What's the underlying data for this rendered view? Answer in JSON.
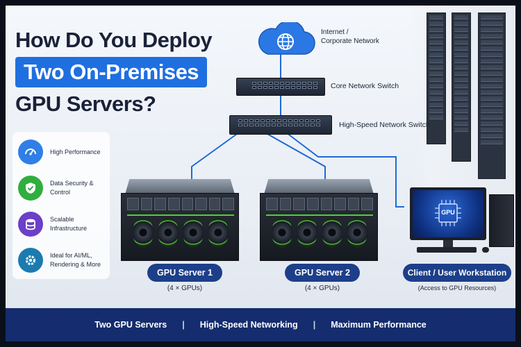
{
  "title": {
    "line1": "How Do You Deploy",
    "line2": "Two On-Premises",
    "line3": "GPU Servers?"
  },
  "features": [
    {
      "icon": "speedometer-icon",
      "label": "High Performance",
      "color": "#2f7fe6"
    },
    {
      "icon": "shield-check-icon",
      "label": "Data Security & Control",
      "color": "#2fae3e"
    },
    {
      "icon": "database-icon",
      "label": "Scalable Infrastructure",
      "color": "#6b3fc8"
    },
    {
      "icon": "gear-icon",
      "label": "Ideal for AI/ML, Rendering & More",
      "color": "#1b7bb0"
    }
  ],
  "network": {
    "internet_label_1": "Internet /",
    "internet_label_2": "Corporate Network",
    "core_switch_label": "Core Network Switch",
    "hs_switch_label": "High-Speed Network Switch"
  },
  "servers": [
    {
      "name": "GPU Server 1",
      "detail": "(4 × GPUs)"
    },
    {
      "name": "GPU Server 2",
      "detail": "(4 × GPUs)"
    }
  ],
  "workstation": {
    "name": "Client / User Workstation",
    "detail": "(Access to GPU Resources)",
    "screen_text": "GPU"
  },
  "footer": {
    "item1": "Two GPU Servers",
    "item2": "High-Speed Networking",
    "item3": "Maximum Performance",
    "separator": "|"
  },
  "colors": {
    "accent": "#1f6fe0",
    "navy": "#152d6e",
    "cable": "#1e6ad6"
  }
}
